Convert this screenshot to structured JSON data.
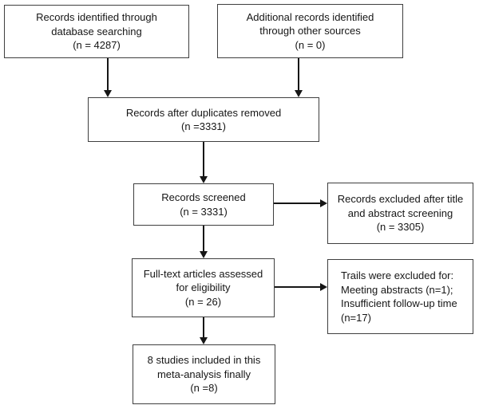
{
  "diagram": {
    "type": "prisma-flow",
    "boxes": [
      {
        "id": "identified",
        "lines": [
          "Records identified through",
          "database searching",
          "(n = 4287)"
        ]
      },
      {
        "id": "additional",
        "lines": [
          "Additional records identified",
          "through other sources",
          "(n = 0)"
        ]
      },
      {
        "id": "duplicates_removed",
        "lines": [
          "Records after duplicates removed",
          "(n =3331)"
        ]
      },
      {
        "id": "screened",
        "lines": [
          "Records screened",
          "(n = 3331)"
        ]
      },
      {
        "id": "excluded_title_abstract",
        "lines": [
          "Records excluded after title",
          "and abstract screening",
          "(n = 3305)"
        ]
      },
      {
        "id": "fulltext_assessed",
        "lines": [
          "Full-text articles assessed",
          "for eligibility",
          "(n = 26)"
        ]
      },
      {
        "id": "trials_excluded",
        "lines": [
          "Trails were excluded for:",
          "Meeting abstracts (n=1);",
          "Insufficient follow-up time",
          "(n=17)"
        ]
      },
      {
        "id": "included",
        "lines": [
          "8 studies included in this",
          "meta-analysis finally",
          "(n =8)"
        ]
      }
    ],
    "connectors": [
      {
        "from": "identified",
        "to": "duplicates_removed",
        "direction": "down"
      },
      {
        "from": "additional",
        "to": "duplicates_removed",
        "direction": "down"
      },
      {
        "from": "duplicates_removed",
        "to": "screened",
        "direction": "down"
      },
      {
        "from": "screened",
        "to": "excluded_title_abstract",
        "direction": "right"
      },
      {
        "from": "screened",
        "to": "fulltext_assessed",
        "direction": "down"
      },
      {
        "from": "fulltext_assessed",
        "to": "trials_excluded",
        "direction": "right"
      },
      {
        "from": "fulltext_assessed",
        "to": "included",
        "direction": "down"
      }
    ],
    "colors": {
      "background": "#ffffff",
      "box_fill": "#ffffff",
      "box_border": "#3f3f3f",
      "arrow": "#161616",
      "text": "#161616"
    }
  }
}
